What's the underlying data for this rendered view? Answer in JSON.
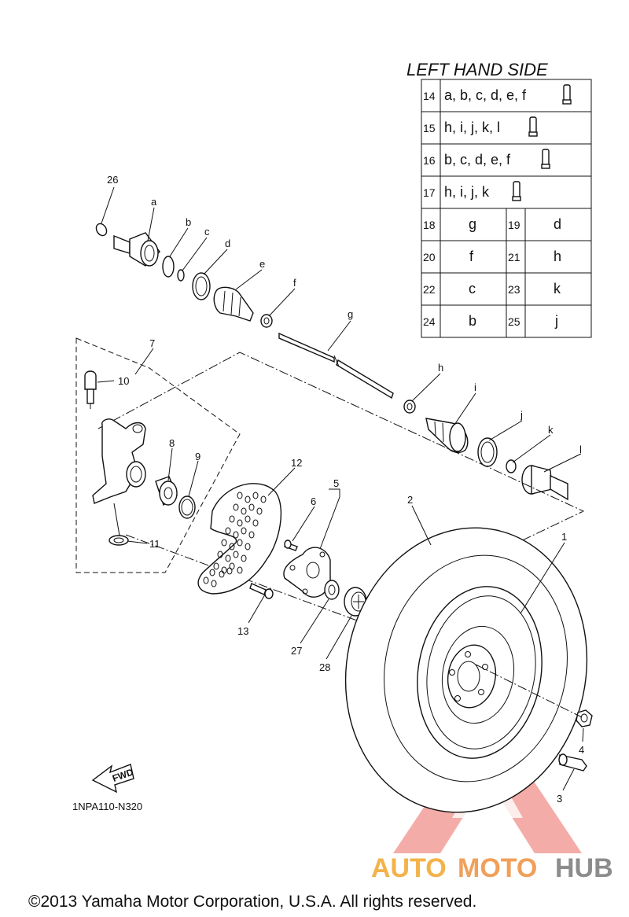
{
  "table": {
    "title": "LEFT HAND SIDE",
    "rows_wide": [
      {
        "num": "14",
        "text": "a, b, c, d, e, f"
      },
      {
        "num": "15",
        "text": "h, i, j, k, l"
      },
      {
        "num": "16",
        "text": "b, c, d, e, f"
      },
      {
        "num": "17",
        "text": "h, i, j, k"
      }
    ],
    "rows_pair": [
      {
        "n1": "18",
        "v1": "g",
        "n2": "19",
        "v2": "d"
      },
      {
        "n1": "20",
        "v1": "f",
        "n2": "21",
        "v2": "h"
      },
      {
        "n1": "22",
        "v1": "c",
        "n2": "23",
        "v2": "k"
      },
      {
        "n1": "24",
        "v1": "b",
        "n2": "25",
        "v2": "j"
      }
    ]
  },
  "labels": {
    "p1": "1",
    "p2": "2",
    "p3": "3",
    "p4": "4",
    "p5": "5",
    "p6": "6",
    "p7": "7",
    "p8": "8",
    "p9": "9",
    "p10": "10",
    "p11": "11",
    "p12": "12",
    "p13": "13",
    "p26": "26",
    "p27": "27",
    "p28": "28",
    "a": "a",
    "b": "b",
    "c": "c",
    "d": "d",
    "e": "e",
    "f": "f",
    "g": "g",
    "h": "h",
    "i": "i",
    "j": "j",
    "k": "k",
    "l": "l"
  },
  "fwd": "FWD",
  "diagram_code": "1NPA110-N320",
  "copyright": "©2013 Yamaha Motor Corporation, U.S.A. All rights reserved.",
  "watermark": {
    "part1": "AUTO",
    "part2": "MOTO",
    "part3": "HUB"
  },
  "colors": {
    "watermark_red": "#e8574f",
    "watermark_orange": "#f4b24a",
    "watermark_gray": "#8c8c8c"
  }
}
